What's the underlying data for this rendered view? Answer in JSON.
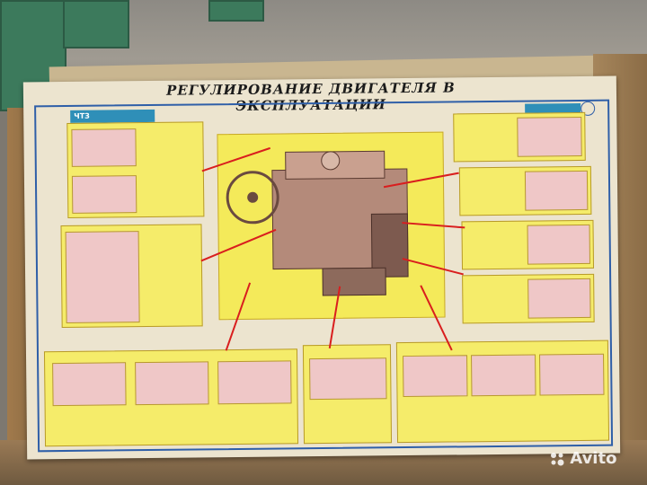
{
  "poster": {
    "title": "РЕГУЛИРОВАНИЕ ДВИГАТЕЛЯ В ЭКСПЛУАТАЦИИ",
    "tag_left": "ЧТЗ",
    "footer": ""
  },
  "watermark": {
    "text": "Avito"
  },
  "colors": {
    "poster_bg": "#ece4cf",
    "panel_yellow": "#f5ec6a",
    "panel_pink": "#efc7c7",
    "arrow_red": "#d91e1e",
    "border_blue": "#2f5fa8"
  }
}
